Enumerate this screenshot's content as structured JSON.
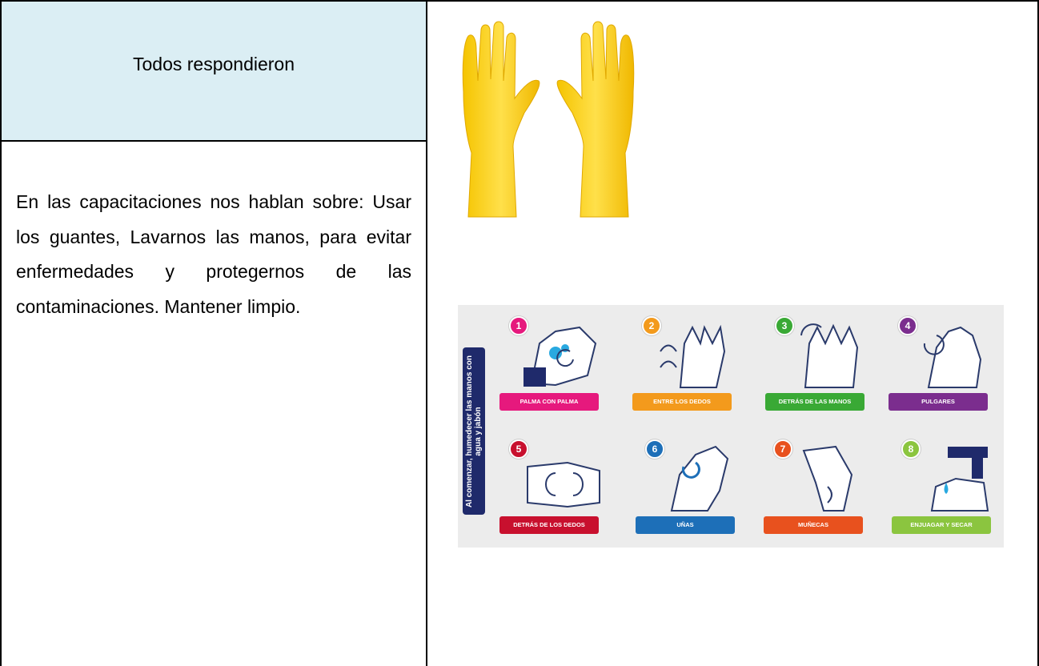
{
  "table": {
    "header": "Todos respondieron",
    "body": "En las capacitaciones nos hablan sobre: Usar los guantes, Lavarnos las manos, para evitar enfermedades y protegernos de las contaminaciones. Mantener limpio."
  },
  "gloves_image": {
    "icon": "yellow-rubber-gloves"
  },
  "poster": {
    "side_label": "Al comenzar, humedecer las manos con agua y jabón",
    "steps": [
      {
        "num": "1",
        "label": "PALMA CON PALMA",
        "color": "#e6197d"
      },
      {
        "num": "2",
        "label": "ENTRE LOS DEDOS",
        "color": "#f39a1c"
      },
      {
        "num": "3",
        "label": "DETRÁS DE LAS MANOS",
        "color": "#39a935"
      },
      {
        "num": "4",
        "label": "PULGARES",
        "color": "#7b2d8e"
      },
      {
        "num": "5",
        "label": "DETRÁS DE LOS DEDOS",
        "color": "#c8102e"
      },
      {
        "num": "6",
        "label": "UÑAS",
        "color": "#1d6fb8"
      },
      {
        "num": "7",
        "label": "MUÑECAS",
        "color": "#e8511e"
      },
      {
        "num": "8",
        "label": "ENJUAGAR Y SECAR",
        "color": "#8bc53f"
      }
    ]
  }
}
